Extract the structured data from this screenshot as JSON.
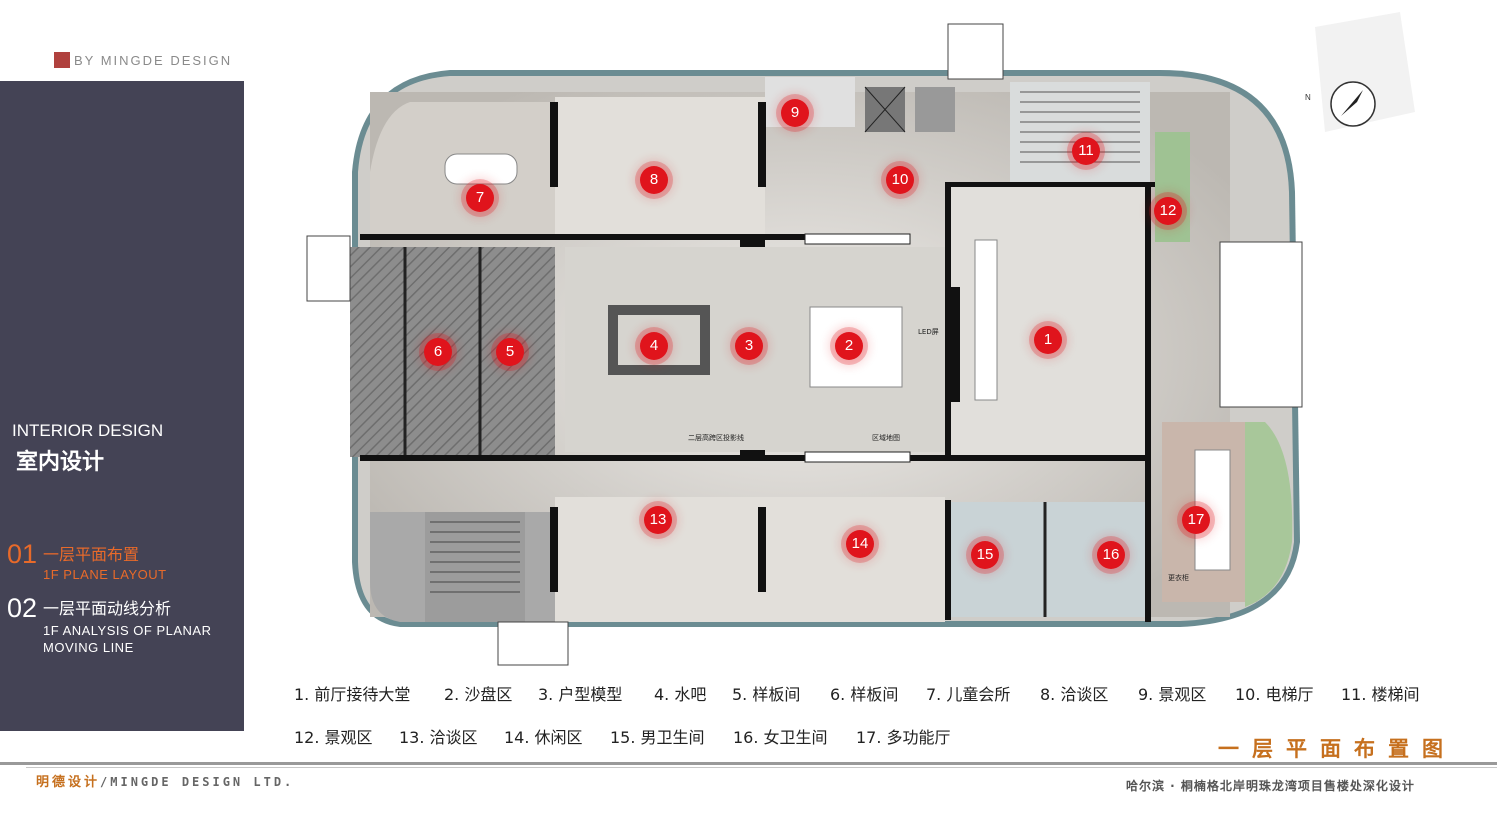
{
  "header": {
    "brand_text": "BY MINGDE DESIGN"
  },
  "sidebar": {
    "title_en": "INTERIOR DESIGN",
    "title_cn": "室内设计",
    "items": [
      {
        "num": "01",
        "label_cn": "一层平面布置",
        "label_en": "1F PLANE LAYOUT",
        "active": true
      },
      {
        "num": "02",
        "label_cn": "一层平面动线分析",
        "label_en": "1F ANALYSIS OF PLANAR MOVING LINE",
        "active": false
      }
    ]
  },
  "plan": {
    "labels": {
      "led": "LED屏",
      "projection": "二层高跨区投影线",
      "area_map": "区域地图",
      "locker": "更衣柜"
    },
    "markers": [
      "1",
      "2",
      "3",
      "4",
      "5",
      "6",
      "7",
      "8",
      "9",
      "10",
      "11",
      "12",
      "13",
      "14",
      "15",
      "16",
      "17"
    ]
  },
  "legend": {
    "row1": [
      "1. 前厅接待大堂",
      "2. 沙盘区",
      "3. 户型模型",
      "4. 水吧",
      "5. 样板间",
      "6. 样板间",
      "7. 儿童会所",
      "8. 洽谈区",
      "9. 景观区",
      "10. 电梯厅",
      "11. 楼梯间"
    ],
    "row2": [
      "12. 景观区",
      "13. 洽谈区",
      "14. 休闲区",
      "15. 男卫生间",
      "16. 女卫生间",
      "17. 多功能厅"
    ]
  },
  "plan_title": "一层平面布置图",
  "footer": {
    "left_cn": "明德设计",
    "left_en": "/MINGDE DESIGN LTD.",
    "right": "哈尔滨 · 桐楠格北岸明珠龙湾项目售楼处深化设计"
  },
  "colors": {
    "panel": "#444355",
    "accent": "#e86a2a",
    "marker": "#e0141c",
    "title": "#c6701e"
  }
}
